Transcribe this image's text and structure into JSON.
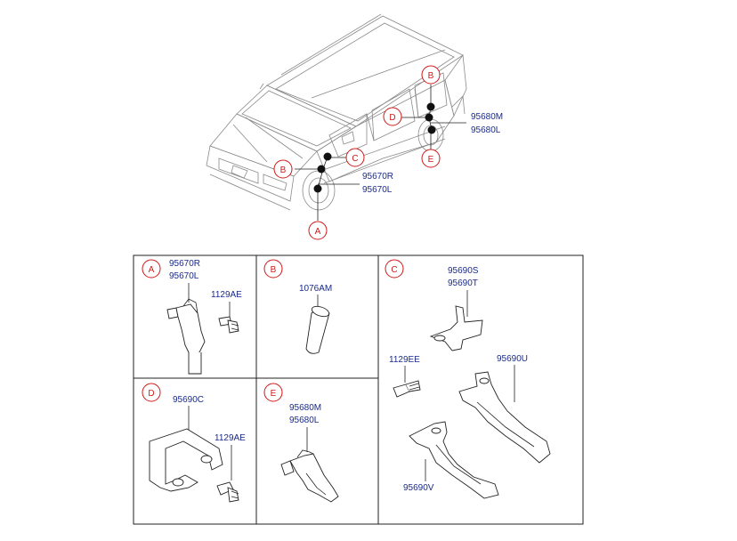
{
  "overview": {
    "front_parts": [
      "95670R",
      "95670L"
    ],
    "rear_parts": [
      "95680M",
      "95680L"
    ],
    "markers": [
      "A",
      "B",
      "C",
      "D",
      "E"
    ]
  },
  "panels": {
    "A": {
      "letter": "A",
      "parts": [
        "95670R",
        "95670L"
      ],
      "fastener": "1129AE"
    },
    "B": {
      "letter": "B",
      "parts": [
        "1076AM"
      ]
    },
    "C": {
      "letter": "C",
      "parts": [
        "95690S",
        "95690T"
      ],
      "fastener": "1129EE",
      "part_u": "95690U",
      "part_v": "95690V"
    },
    "D": {
      "letter": "D",
      "parts": [
        "95690C"
      ],
      "fastener": "1129AE"
    },
    "E": {
      "letter": "E",
      "parts": [
        "95680M",
        "95680L"
      ]
    }
  }
}
